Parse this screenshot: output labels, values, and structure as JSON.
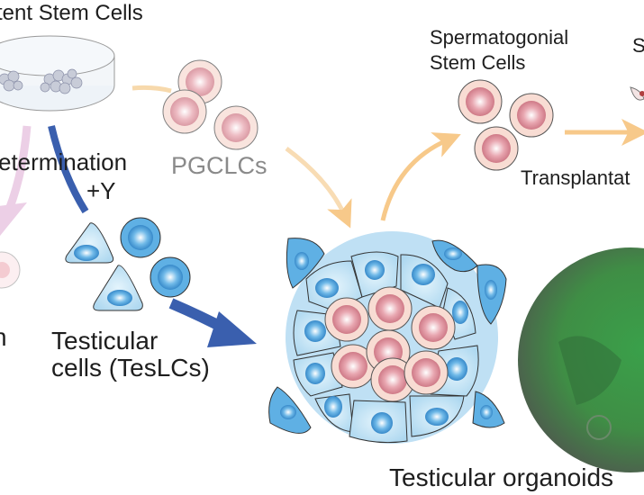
{
  "labels": {
    "stem_cells": "tent Stem Cells",
    "determination": "etermination",
    "plus_y": "+Y",
    "pgclcs": "PGCLCs",
    "spermatogonial_line1": "Spermatogonial",
    "spermatogonial_line2": "Stem Cells",
    "transplantation": "Transplantat",
    "right_partial": "S",
    "left_partial": "n",
    "testicular_line1": "Testicular",
    "testicular_line2": "cells (TesLCs)",
    "organoids": "Testicular organoids"
  },
  "colors": {
    "blue_arrow": "#3a5fae",
    "orange_arrow": "#f7c98a",
    "pink_arrow": "#eccfe6",
    "germ_cell": "#d98a96",
    "somatic_cell": "#4aa3dd",
    "organoid_bg": "#bfe0f4",
    "fluorescence": "#3fa84e"
  }
}
